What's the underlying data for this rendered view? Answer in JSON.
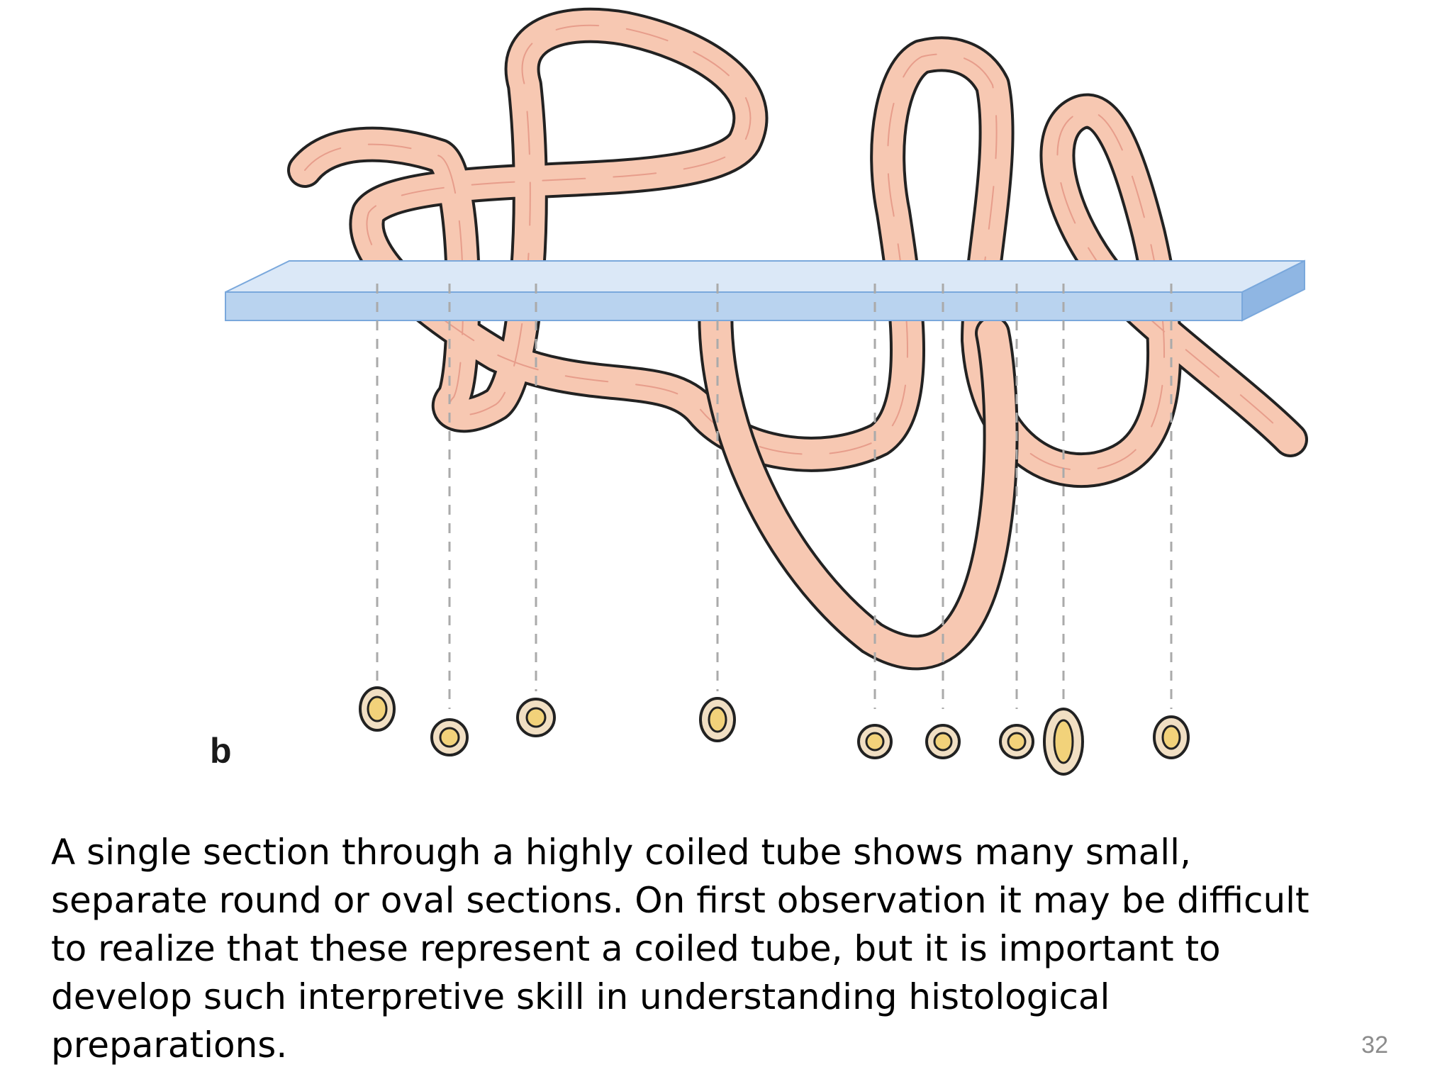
{
  "figure": {
    "panel_label": "b",
    "colors": {
      "tube_fill": "#f7c8b2",
      "tube_outline": "#222222",
      "tube_highlight": "#e08a7a",
      "slide_top": "#dbe8f7",
      "slide_front": "#b9d3ef",
      "slide_edge": "#7aa8dc",
      "section_fill": "#f1dfc3",
      "section_lumen": "#f2d27a",
      "guide_line": "#aaaaaa"
    },
    "section_count": 9
  },
  "caption": {
    "text": "A single section through a highly coiled tube shows many small, separate round or oval sections. On first observation it may be difficult to realize that these represent a coiled tube, but it is important to develop such interpretive skill in understanding histological preparations."
  },
  "page_number": "32"
}
